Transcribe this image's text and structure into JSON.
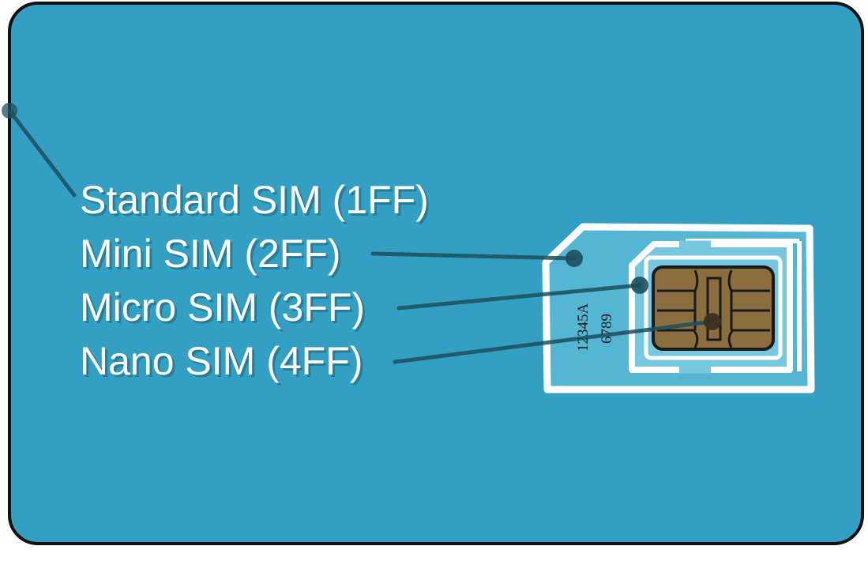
{
  "labels": {
    "standard": "Standard SIM (1FF)",
    "mini": "Mini SIM (2FF)",
    "micro": "Micro SIM (3FF)",
    "nano": "Nano SIM (4FF)"
  },
  "card_number": {
    "line1": "12345A",
    "line2": "6789"
  },
  "colors": {
    "card": "#33a0c3",
    "card_border": "#111111",
    "mini_fill": "#55b6d4",
    "micro_fill": "#76c7df",
    "outline": "#ffffff",
    "chip": "#8a6e3e",
    "leader": "#1d4e5e"
  }
}
